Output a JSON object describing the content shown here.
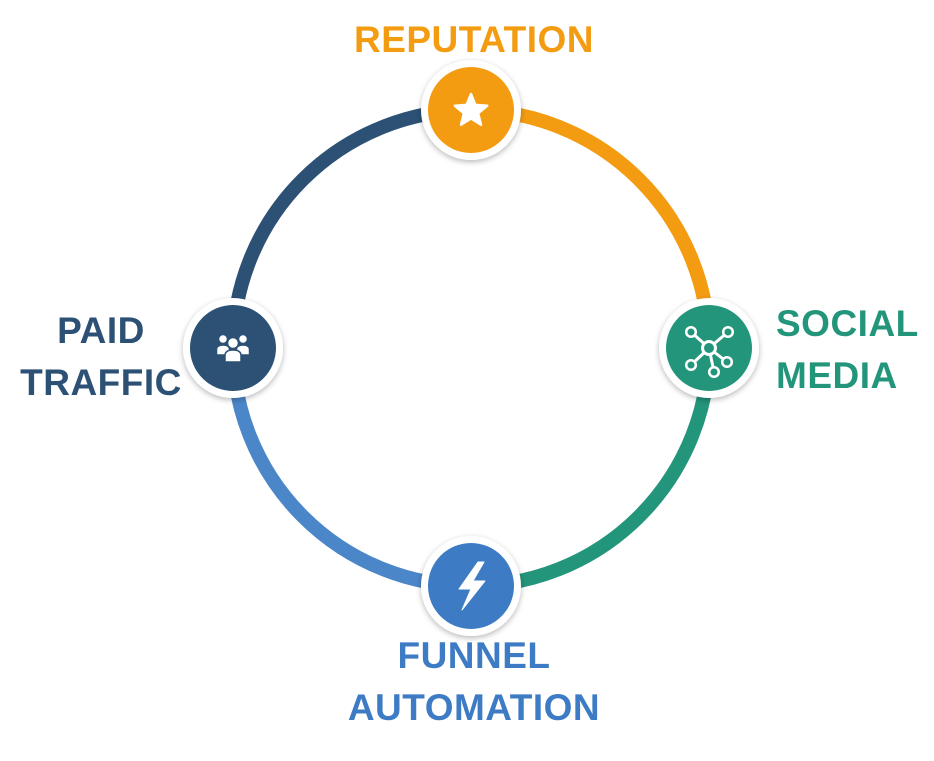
{
  "diagram": {
    "nodes": [
      {
        "id": "reputation",
        "lines": [
          "REPUTATION"
        ],
        "color": "#F39C12",
        "icon": "star-icon"
      },
      {
        "id": "social",
        "lines": [
          "SOCIAL",
          "MEDIA"
        ],
        "color": "#23957A",
        "icon": "network-icon"
      },
      {
        "id": "funnel",
        "lines": [
          "FUNNEL",
          "AUTOMATION"
        ],
        "color": "#3D7CC4",
        "icon": "lightning-icon"
      },
      {
        "id": "paid",
        "lines": [
          "PAID",
          "TRAFFIC"
        ],
        "color": "#2C5175",
        "icon": "users-icon"
      }
    ],
    "arcs": [
      {
        "from": "reputation",
        "to": "social",
        "color": "#F39C12"
      },
      {
        "from": "social",
        "to": "funnel",
        "color": "#23957A"
      },
      {
        "from": "funnel",
        "to": "paid",
        "color": "#4A86C8"
      },
      {
        "from": "paid",
        "to": "reputation",
        "color": "#2C5175"
      }
    ]
  }
}
